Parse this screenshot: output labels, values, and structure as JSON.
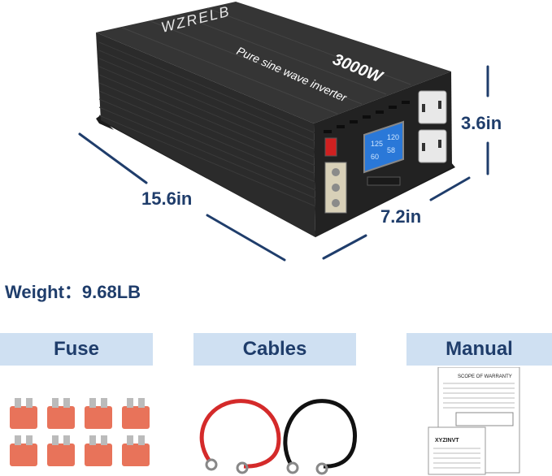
{
  "product": {
    "brand": "WZRELB",
    "power": "3000W",
    "subtitle": "Pure sine wave inverter"
  },
  "dimensions": {
    "length": "15.6in",
    "width": "7.2in",
    "height": "3.6in"
  },
  "weight": "Weight：9.68LB",
  "accessories": [
    {
      "label": "Fuse"
    },
    {
      "label": "Cables"
    },
    {
      "label": "Manual"
    }
  ],
  "manual": {
    "heading": "SCOPE OF WARRANTY",
    "back_heading": "XYZINVT"
  },
  "colors": {
    "label_text": "#1f3d6b",
    "tab_bg": "#cfe0f2",
    "inverter_body": "#2a2a2a",
    "fuse": "#e8735a",
    "cable_red": "#d42a2a",
    "cable_black": "#111111",
    "lcd": "#2a78d8"
  }
}
